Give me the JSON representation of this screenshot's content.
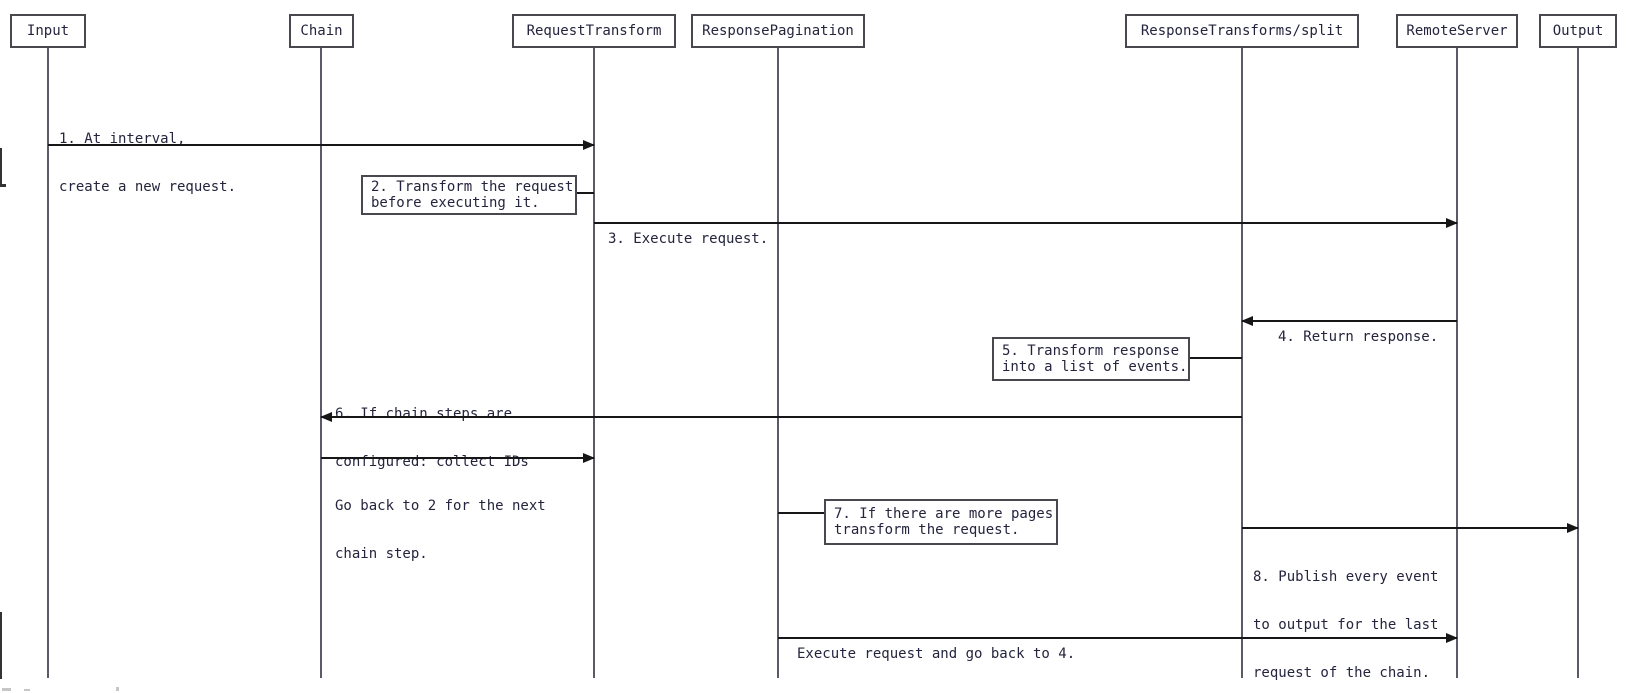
{
  "diagram": {
    "type": "sequence",
    "background": "#ffffff",
    "colors": {
      "text": "#24243e",
      "line": "#5a5a68",
      "border": "#48484e",
      "arrow": "#161616"
    },
    "actors": [
      {
        "name": "Input"
      },
      {
        "name": "Chain"
      },
      {
        "name": "RequestTransform"
      },
      {
        "name": "ResponsePagination"
      },
      {
        "name": "ResponseTransforms/split"
      },
      {
        "name": "RemoteServer"
      },
      {
        "name": "Output"
      }
    ],
    "messages": [
      {
        "seq": "1",
        "from": "Input",
        "to": "RequestTransform",
        "lines": [
          "1. At interval,",
          "create a new request."
        ]
      },
      {
        "seq": "3",
        "from": "RequestTransform",
        "to": "RemoteServer",
        "lines": [
          "3. Execute request."
        ]
      },
      {
        "seq": "4",
        "from": "RemoteServer",
        "to": "ResponseTransforms/split",
        "lines": [
          "4. Return response."
        ]
      },
      {
        "seq": "6",
        "from": "ResponseTransforms/split",
        "to": "Chain",
        "lines": [
          "6. If chain steps are",
          "configured: collect IDs"
        ]
      },
      {
        "seq": "",
        "from": "Chain",
        "to": "RequestTransform",
        "lines": [
          "Go back to 2 for the next",
          "chain step."
        ]
      },
      {
        "seq": "8",
        "from": "ResponseTransforms/split",
        "to": "Output",
        "lines": [
          "8. Publish every event",
          "to output for the last",
          "request of the chain."
        ]
      },
      {
        "seq": "",
        "from": "ResponsePagination",
        "to": "RemoteServer",
        "lines": [
          "Execute request and go back to 4."
        ]
      }
    ],
    "notes": [
      {
        "seq": "2",
        "attached_to": "RequestTransform",
        "lines": [
          "2. Transform the request",
          "before executing it."
        ]
      },
      {
        "seq": "5",
        "attached_to": "ResponseTransforms/split",
        "lines": [
          "5. Transform response",
          "into a list of events."
        ]
      },
      {
        "seq": "7",
        "attached_to": "ResponsePagination",
        "lines": [
          "7. If there are more pages",
          "transform the request."
        ]
      }
    ]
  }
}
